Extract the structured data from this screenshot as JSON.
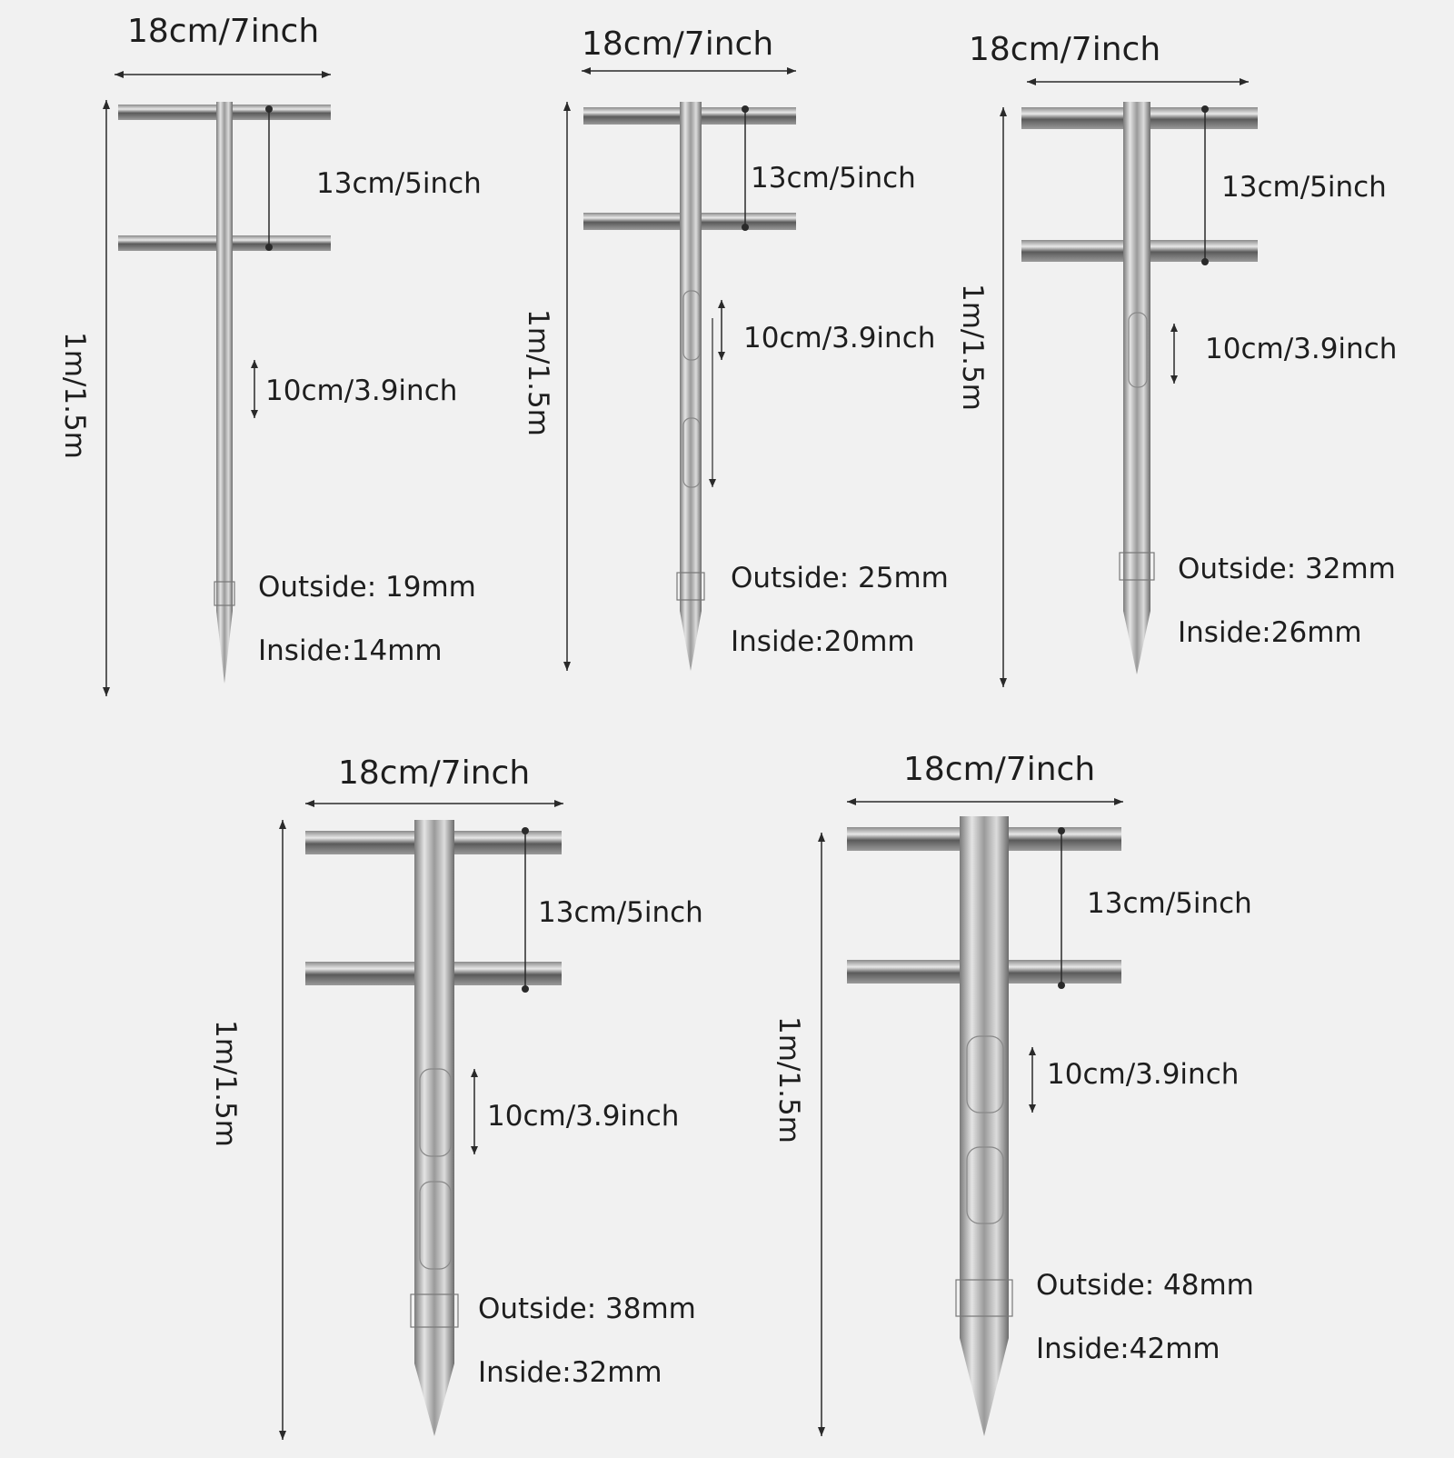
{
  "diagram": {
    "background": "#f1f1f1",
    "steel_dark": "#6e6e6e",
    "steel_light": "#d9d9d9",
    "line_color": "#2a2a2a",
    "probes": [
      {
        "id": "probe-19mm",
        "width_label": "18cm/7inch",
        "handle_gap_label": "13cm/5inch",
        "slot_label": "10cm/3.9inch",
        "length_label": "1m/1.5m",
        "outside_label": "Outside: 19mm",
        "inside_label": "Inside:14mm"
      },
      {
        "id": "probe-25mm",
        "width_label": "18cm/7inch",
        "handle_gap_label": "13cm/5inch",
        "slot_label": "10cm/3.9inch",
        "length_label": "1m/1.5m",
        "outside_label": "Outside: 25mm",
        "inside_label": "Inside:20mm"
      },
      {
        "id": "probe-32mm",
        "width_label": "18cm/7inch",
        "handle_gap_label": "13cm/5inch",
        "slot_label": "10cm/3.9inch",
        "length_label": "1m/1.5m",
        "outside_label": "Outside: 32mm",
        "inside_label": "Inside:26mm"
      },
      {
        "id": "probe-38mm",
        "width_label": "18cm/7inch",
        "handle_gap_label": "13cm/5inch",
        "slot_label": "10cm/3.9inch",
        "length_label": "1m/1.5m",
        "outside_label": "Outside: 38mm",
        "inside_label": "Inside:32mm"
      },
      {
        "id": "probe-48mm",
        "width_label": "18cm/7inch",
        "handle_gap_label": "13cm/5inch",
        "slot_label": "10cm/3.9inch",
        "length_label": "1m/1.5m",
        "outside_label": "Outside: 48mm",
        "inside_label": "Inside:42mm"
      }
    ]
  }
}
